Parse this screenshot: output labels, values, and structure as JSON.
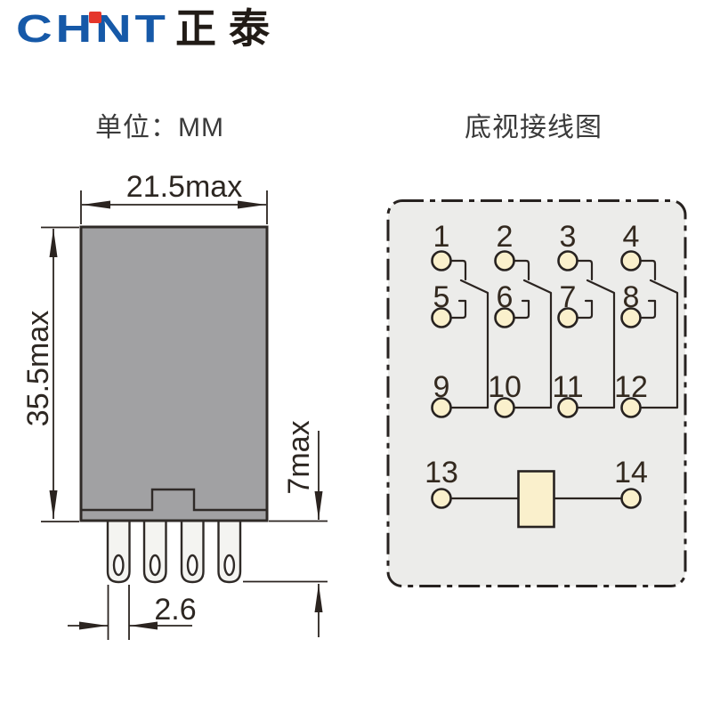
{
  "logo": {
    "wordmark": "CHNT",
    "cjk": "正泰"
  },
  "header": {
    "unit_label": "单位：MM",
    "wiring_title": "底视接线图"
  },
  "dims": {
    "body_width": "21.5max",
    "body_height": "35.5max",
    "pin_length": "7max",
    "pin_pitch": "2.6"
  },
  "wiring": {
    "terminals": [
      "1",
      "2",
      "3",
      "4",
      "5",
      "6",
      "7",
      "8",
      "9",
      "10",
      "11",
      "12",
      "13",
      "14"
    ]
  },
  "colors": {
    "logo_blue": "#1659a8",
    "logo_red": "#e5362b",
    "body_gray": "#a1a1a3",
    "pin_fill": "#f4f4f1",
    "panel_fill": "#ececea",
    "terminal_fill": "#faf0cc",
    "line_dark": "#2b2420"
  }
}
